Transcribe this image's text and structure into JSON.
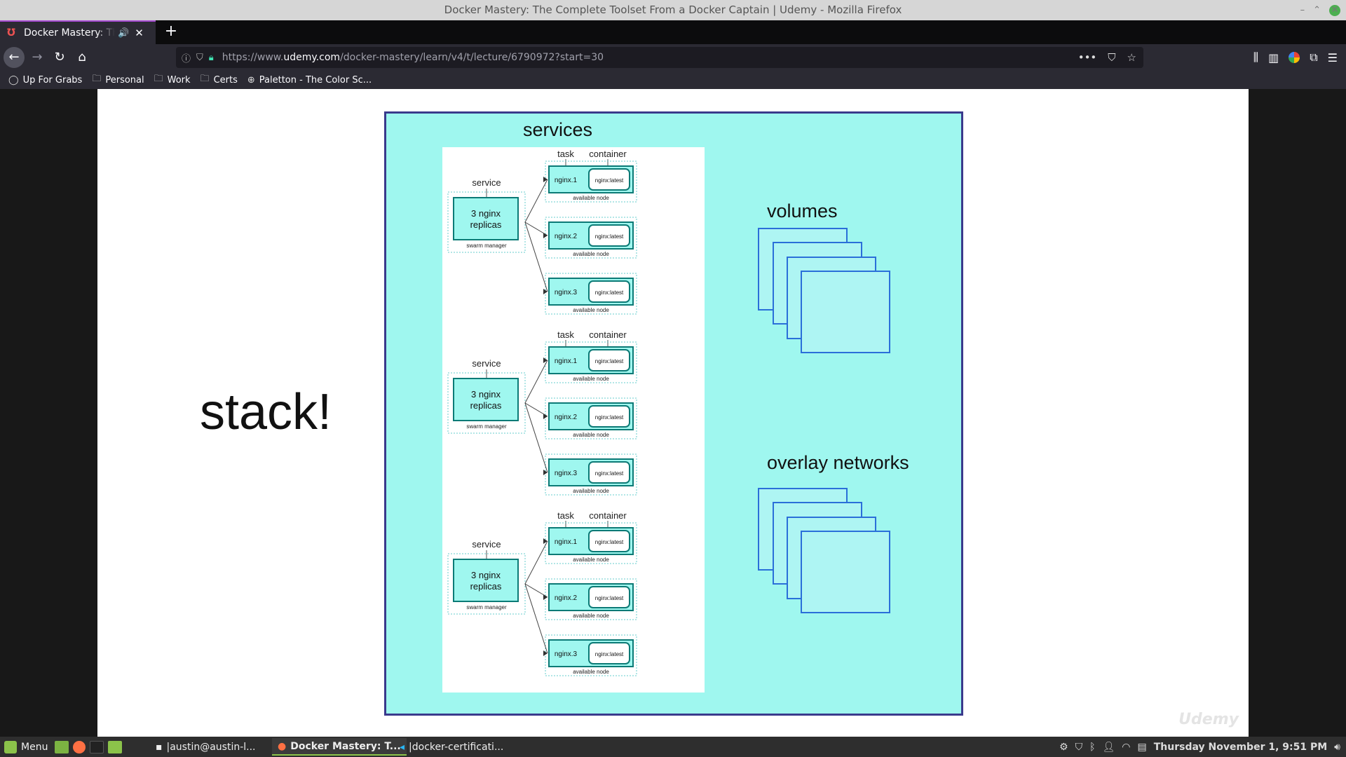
{
  "window": {
    "title": "Docker Mastery: The Complete Toolset From a Docker Captain | Udemy - Mozilla Firefox",
    "controls": {
      "minimize": "–",
      "maximize": "⌃",
      "close": "✕"
    }
  },
  "tab": {
    "title": "Docker Mastery: The Complete Toolset",
    "favicon": "Ʊ",
    "audio_icon": "🔊",
    "close_icon": "✕",
    "new_tab": "+"
  },
  "nav": {
    "back": "←",
    "forward": "→",
    "reload": "↻",
    "home": "⌂",
    "url_prefix": "https://www.",
    "url_domain": "udemy.com",
    "url_path": "/docker-mastery/learn/v4/t/lecture/6790972?start=30",
    "page_actions": "•••"
  },
  "bookmarks": [
    {
      "label": "Up For Grabs",
      "icon": "circle-icon"
    },
    {
      "label": "Personal",
      "icon": "folder-icon"
    },
    {
      "label": "Work",
      "icon": "folder-icon"
    },
    {
      "label": "Certs",
      "icon": "folder-icon"
    },
    {
      "label": "Paletton - The Color Sc...",
      "icon": "globe-icon"
    }
  ],
  "slide": {
    "big_text": "stack!",
    "services_heading": "services",
    "volumes_heading": "volumes",
    "networks_heading": "overlay networks",
    "watermark": "Udemy",
    "diagram": {
      "task_label": "task",
      "container_label": "container",
      "service_label": "service",
      "service_box": [
        "3 nginx",
        "replicas"
      ],
      "manager_label": "swarm manager",
      "node_label": "available node",
      "tasks": [
        "nginx.1",
        "nginx.2",
        "nginx.3"
      ],
      "container_image": "nginx:latest"
    }
  },
  "taskbar": {
    "menu_label": "Menu",
    "tasks": [
      {
        "label": "|austin@austin-l...",
        "active": false
      },
      {
        "label": "Docker Mastery: T...",
        "active": true
      },
      {
        "label": "|docker-certificati...",
        "active": false
      }
    ],
    "clock": "Thursday November  1,  9:51 PM"
  },
  "colors": {
    "panel": "#9ff7ef",
    "panel_border": "#3a3a8c",
    "node_fill": "#9ff7ef",
    "node_border": "#0c7a76",
    "tab_accent": "#a64bd1",
    "taskbar_accent": "#8bc34a"
  }
}
